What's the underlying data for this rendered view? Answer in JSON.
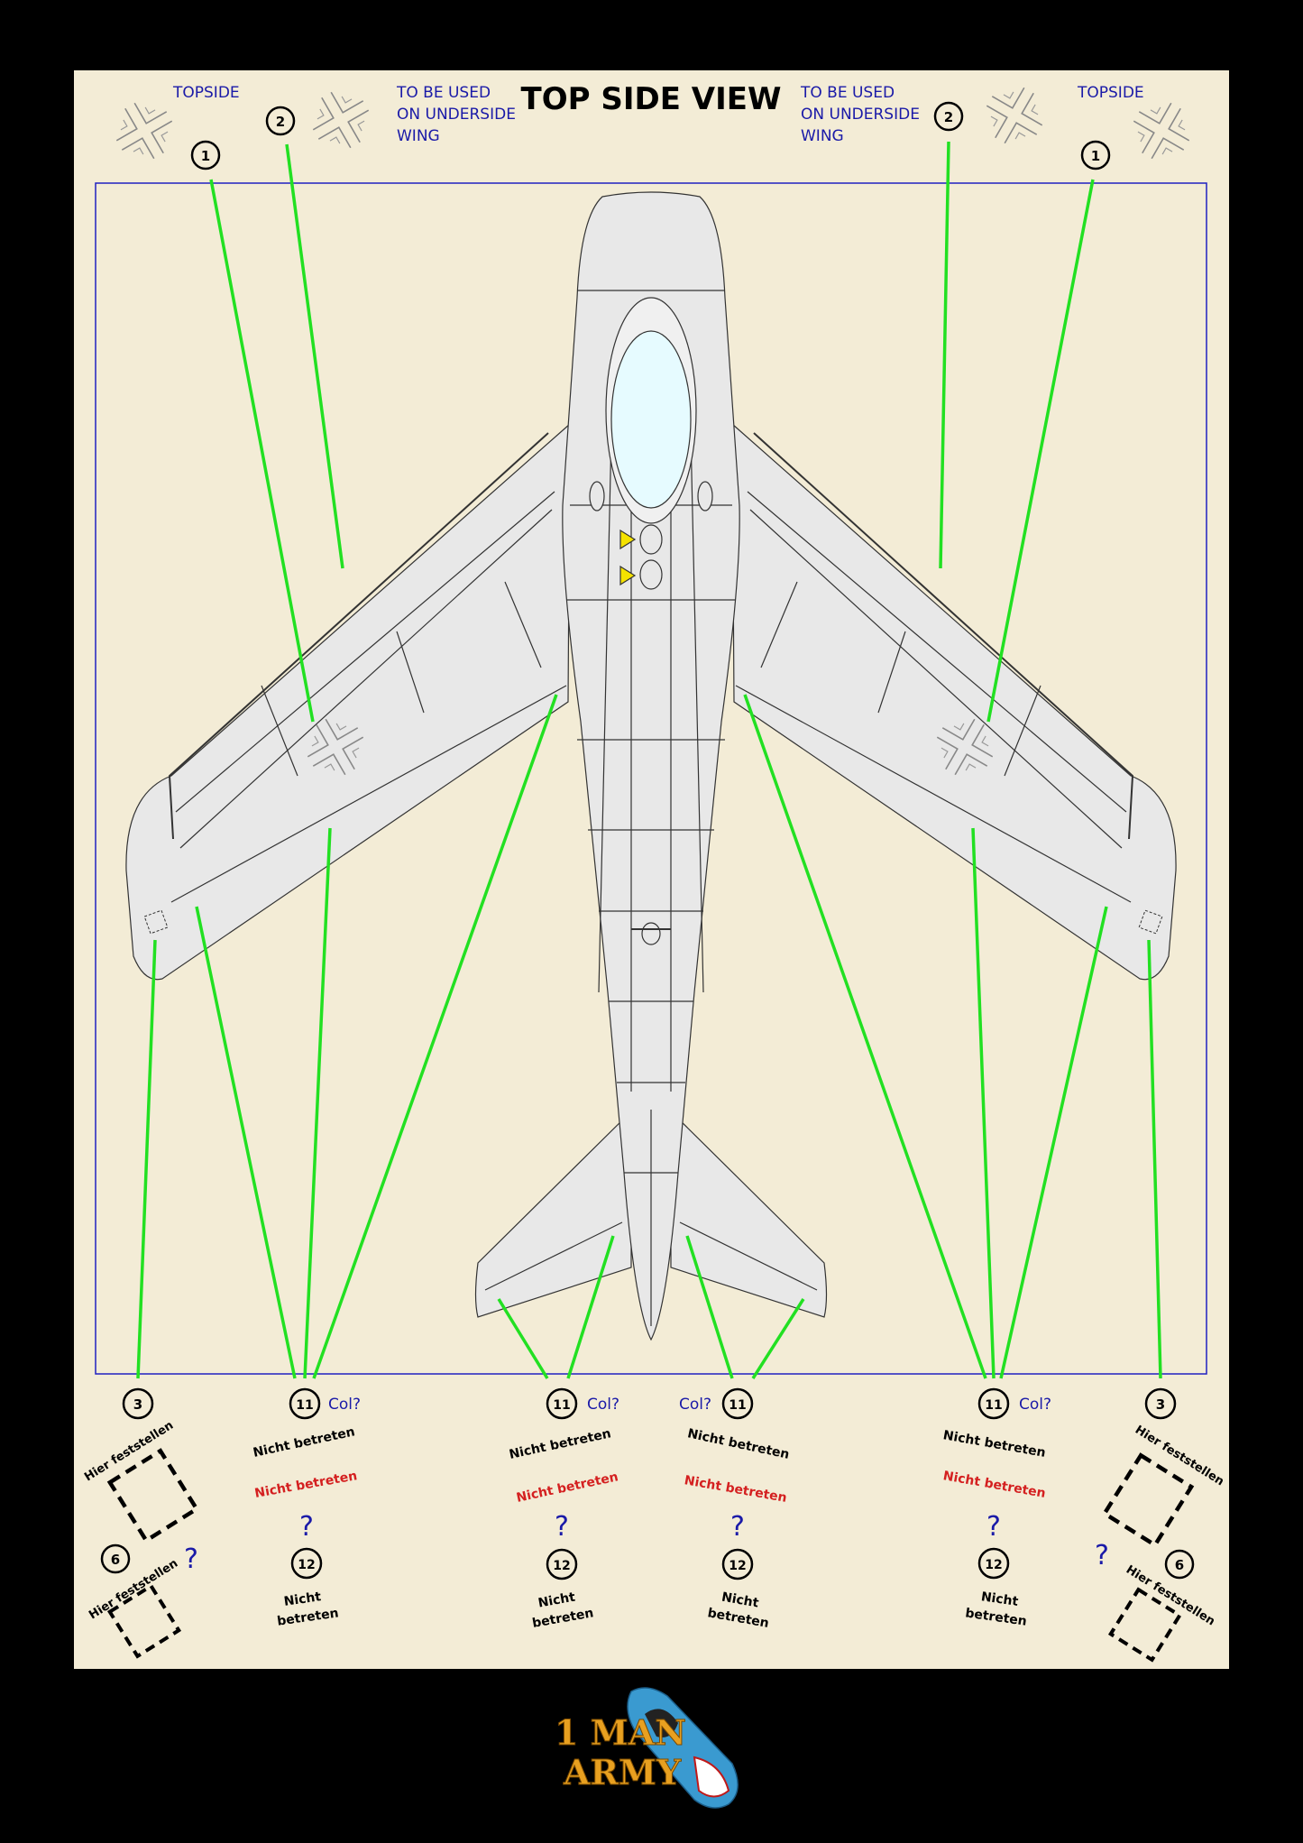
{
  "title": "TOP SIDE VIEW",
  "notes": {
    "topside_left": "TOPSIDE",
    "topside_right": "TOPSIDE",
    "underside_left": [
      "TO BE USED",
      "ON UNDERSIDE",
      "WING"
    ],
    "underside_right": [
      "TO BE USED",
      "ON UNDERSIDE",
      "WING"
    ]
  },
  "markers": {
    "m1": "1",
    "m2": "2",
    "m3": "3",
    "m6": "6",
    "m11": "11",
    "m12": "12"
  },
  "labels": {
    "col": "Col?",
    "nicht_betreten": "Nicht betreten",
    "nicht_line1": "Nicht",
    "nicht_line2": "betreten",
    "hier": "Hier feststellen",
    "question": "?"
  },
  "logo": {
    "line1": "1 MAN",
    "line2": "ARMY"
  },
  "colors": {
    "sheet": "#f3ecd6",
    "leader": "#22e022",
    "note_blue": "#1a1aa8",
    "red_text": "#d42020",
    "aircraft": "#e8e8e8",
    "canopy": "#e6fbff",
    "border_blue": "#2020c0"
  }
}
